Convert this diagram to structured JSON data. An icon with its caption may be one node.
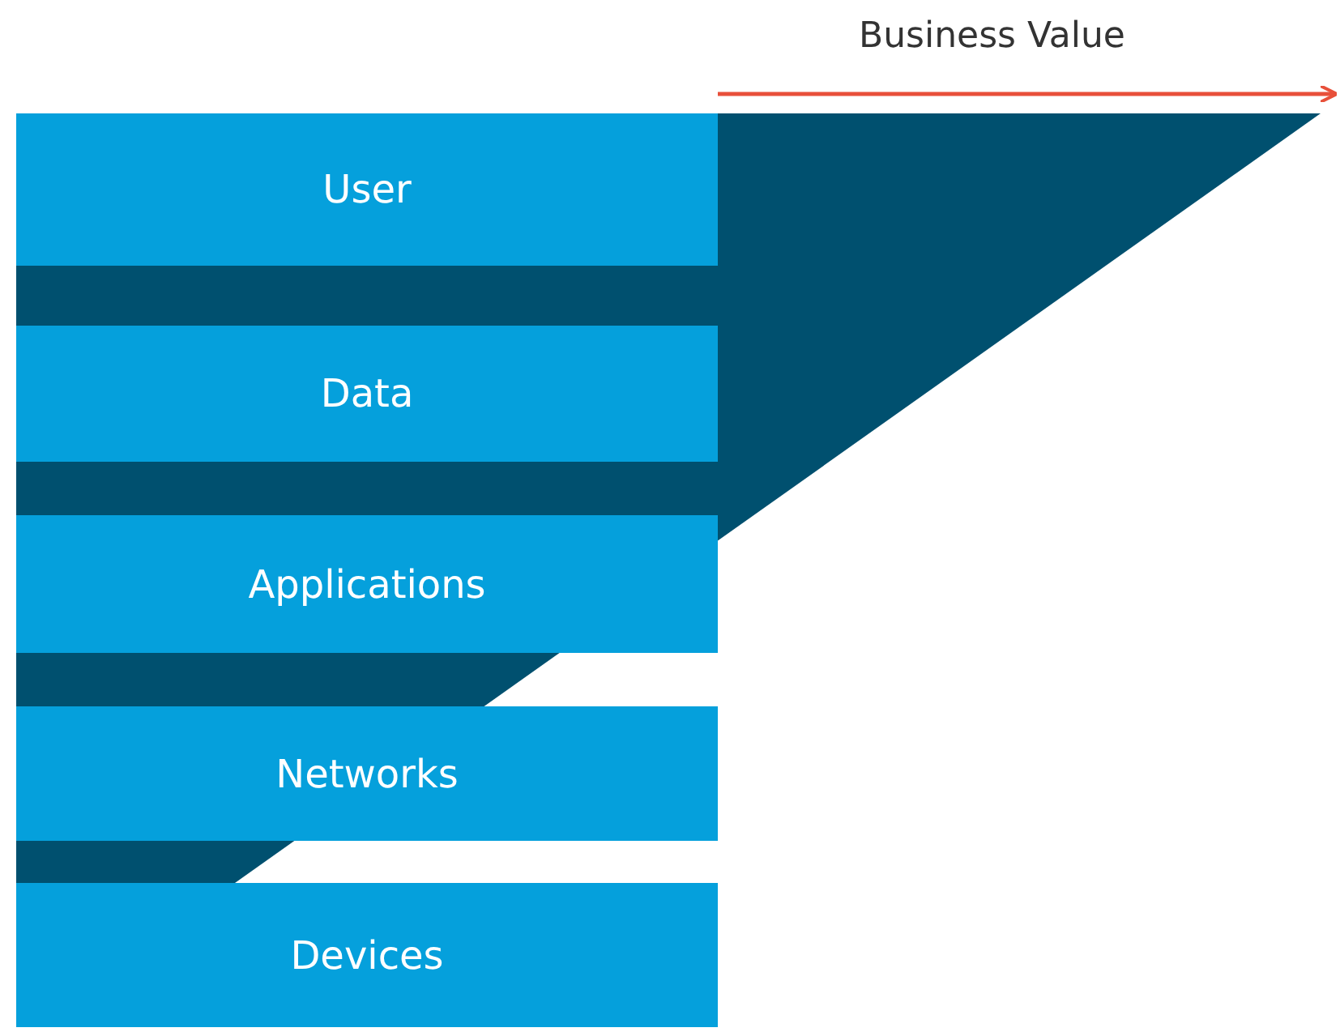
{
  "diagram": {
    "nodes": [
      {
        "text": [
          "User"
        ]
      },
      {
        "text": [
          "Data"
        ]
      },
      {
        "text": [
          "Applications"
        ]
      },
      {
        "text": [
          "Networks"
        ]
      },
      {
        "text": [
          "Devices"
        ]
      }
    ],
    "labels": [
      "Business Value"
    ]
  }
}
